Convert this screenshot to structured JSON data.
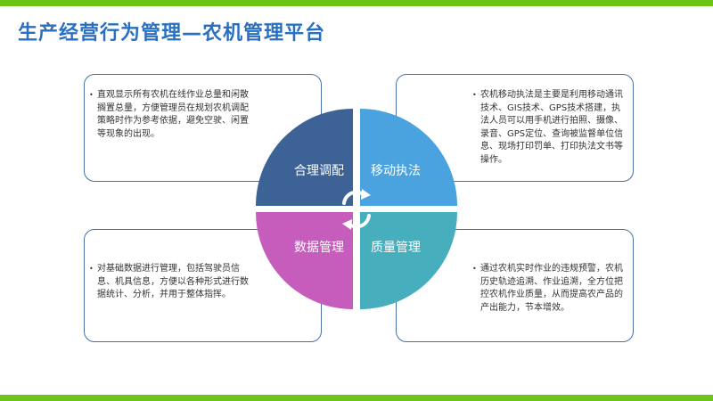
{
  "title": "生产经营行为管理—农机管理平台",
  "colors": {
    "accent_green": "#6cc417",
    "title_blue": "#2a6fc0",
    "q_top_left": "#3d6396",
    "q_top_right": "#4aa3de",
    "q_bottom_left": "#c65dbd",
    "q_bottom_right": "#47aebd"
  },
  "quadrants": {
    "top_left": "合理调配",
    "top_right": "移动执法",
    "bottom_left": "数据管理",
    "bottom_right": "质量管理"
  },
  "boxes": {
    "top_left": "直观显示所有农机在线作业总量和闲散搁置总量，方便管理员在规划农机调配策略时作为参考依据，避免空驶、闲置等现象的出现。",
    "top_right": "农机移动执法是主要是利用移动通讯技术、GIS技术、GPS技术搭建，执法人员可以用手机进行拍照、摄像、录音、GPS定位、查询被监督单位信息、现场打印罚单、打印执法文书等操作。",
    "bottom_left": "对基础数据进行管理，包括驾驶员信息、机具信息，方便以各种形式进行数据统计、分析，并用于整体指挥。",
    "bottom_right": "通过农机实时作业的违规预警，农机历史轨迹追溯、作业追溯，全方位把控农机作业质量，从而提高农产品的产出能力，节本增效。"
  },
  "bullet": "•"
}
